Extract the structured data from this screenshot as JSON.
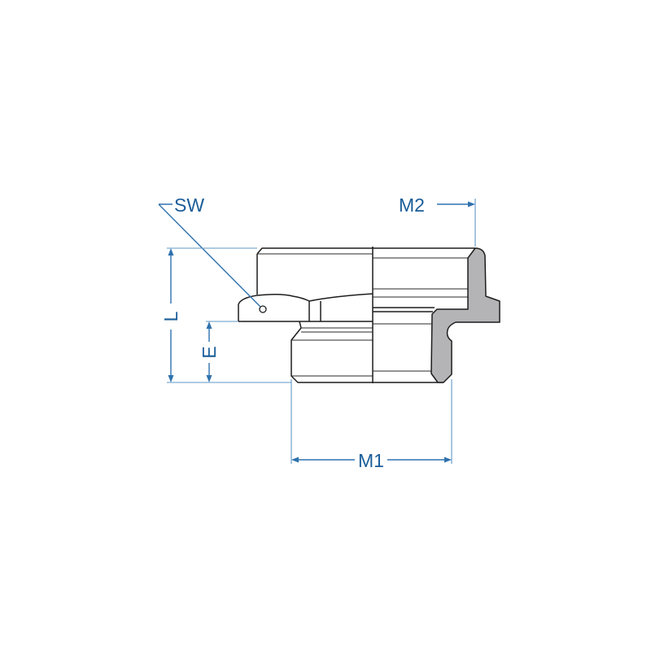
{
  "drawing": {
    "type": "technical-drawing",
    "subject": "reducing hex adapter fitting (side view, half section)",
    "colors": {
      "dimension": "#2f72ad",
      "label": "#1a5d99",
      "outline": "#1d1d1d",
      "section_fill": "#b4b4b6",
      "background": "#ffffff"
    },
    "labels": {
      "sw": "SW",
      "m2": "M2",
      "l": "L",
      "e": "E",
      "m1": "M1"
    }
  }
}
